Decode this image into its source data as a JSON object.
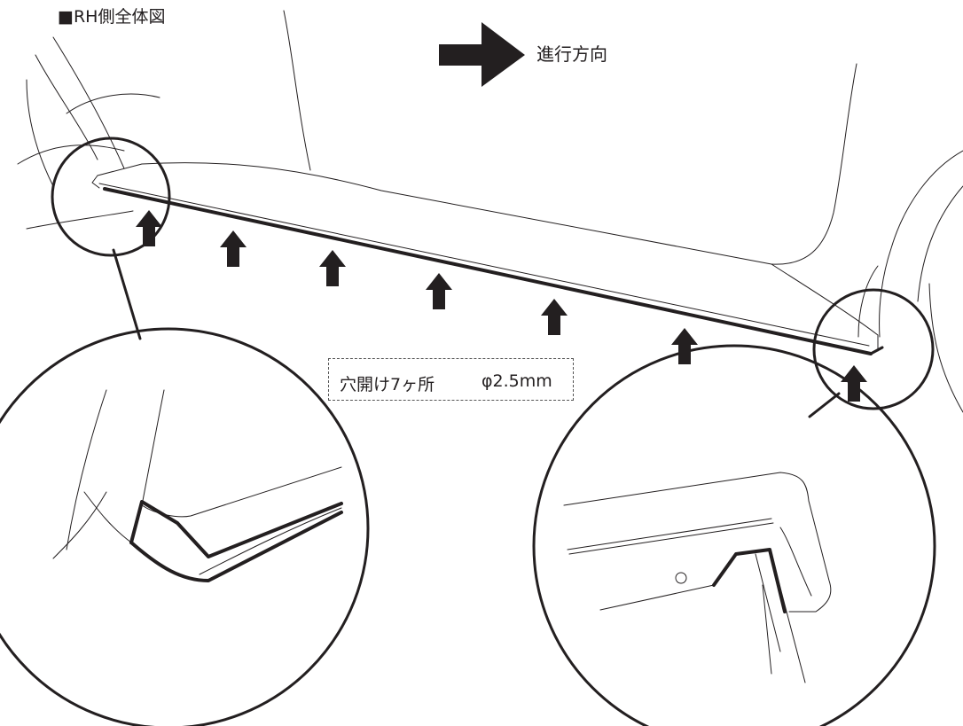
{
  "title": "■RH側全体図",
  "direction": {
    "label": "進行方向",
    "icon": "right-arrow-icon"
  },
  "note": {
    "text": "穴開け7ヶ所",
    "spec": "φ2.5mm"
  },
  "hole_count": 7
}
